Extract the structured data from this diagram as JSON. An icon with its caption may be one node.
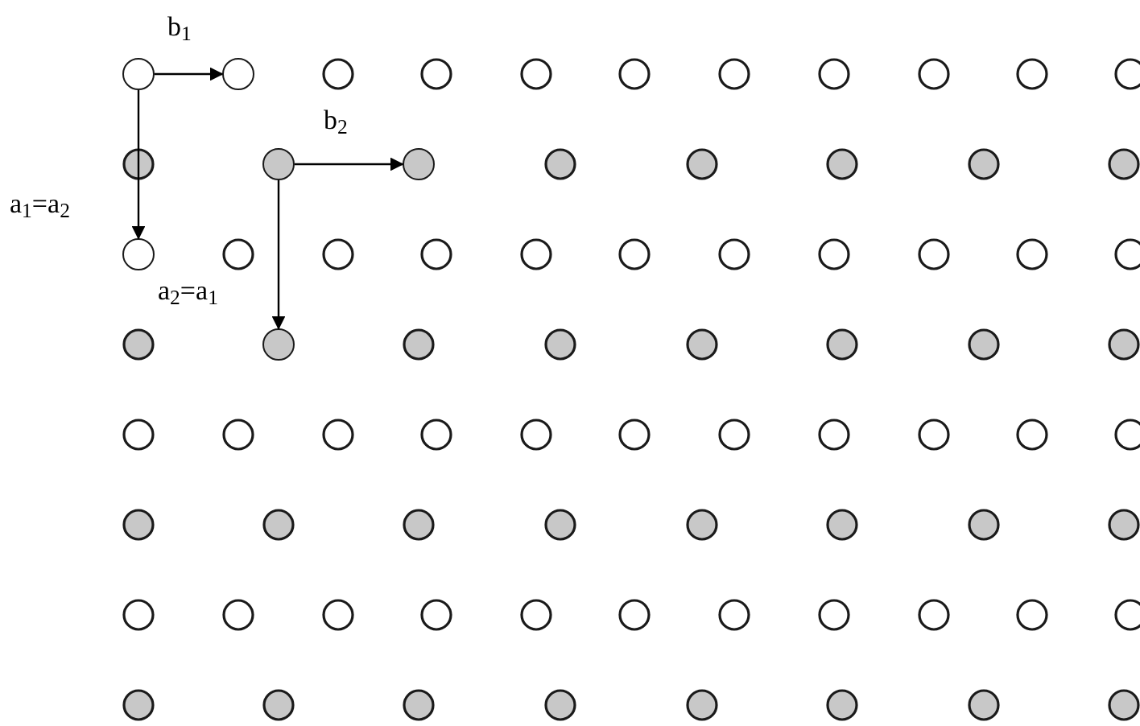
{
  "diagram": {
    "nodes": [
      {
        "text": [],
        "shape": "circle"
      },
      {
        "text": [],
        "shape": "circle"
      },
      {
        "text": [],
        "shape": "circle"
      },
      {
        "text": [],
        "shape": "circle"
      },
      {
        "text": [],
        "shape": "circle"
      },
      {
        "text": [],
        "shape": "circle"
      }
    ],
    "edges": [
      {
        "from": 0,
        "to": 1,
        "arrow": "to",
        "label": "b$_{1}$"
      },
      {
        "from": 0,
        "to": 4,
        "arrow": "to",
        "label": "a$_{1}$=a$_{2}$"
      },
      {
        "from": 2,
        "to": 3,
        "arrow": "to",
        "label": "b$_{2}$"
      },
      {
        "from": 2,
        "to": 5,
        "arrow": "to",
        "label": "a$_{2}$=a$_{1}$"
      }
    ]
  }
}
